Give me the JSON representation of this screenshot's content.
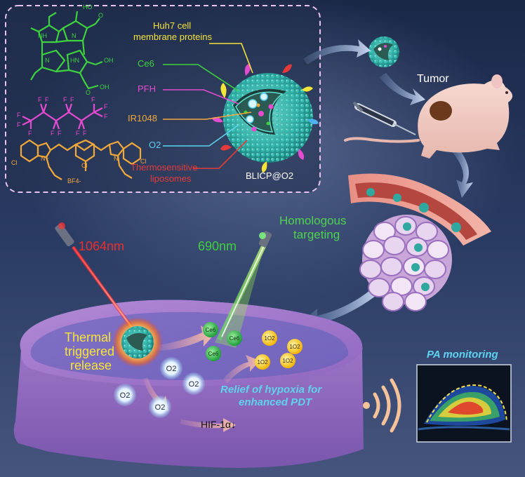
{
  "molecules": {
    "chlorin_labels": [
      "NH",
      "N",
      "N",
      "HN",
      "HO",
      "O",
      "OH",
      "O",
      "OH"
    ],
    "pfh_labels": [
      "F",
      "F",
      "F",
      "F",
      "F",
      "F",
      "F",
      "F",
      "F",
      "F",
      "F",
      "F",
      "F",
      "F"
    ],
    "ir_labels": [
      "Cl",
      "N+",
      "N",
      "Cl",
      "Cl",
      "BF4-"
    ]
  },
  "legend": {
    "huh7_line1": "Huh7 cell",
    "huh7_line2": "membrane proteins",
    "ce6": "Ce6",
    "pfh": "PFH",
    "ir1048": "IR1048",
    "o2": "O2",
    "liposomes_line1": "Thermosensitive",
    "liposomes_line2": "liposomes",
    "nanoparticle": "BLICP@O2"
  },
  "colors": {
    "huh7": "#f5e43a",
    "ce6": "#4fd24f",
    "pfh": "#e44bd0",
    "ir1048": "#f3a93a",
    "o2": "#5ed2f0",
    "liposomes": "#e43a3a",
    "targeting": "#4fd24f",
    "laser_1064": "#e83030",
    "laser_690": "#3ed23e",
    "relief": "#5ed2f0"
  },
  "pathway": {
    "tumor": "Tumor",
    "targeting_line1": "Homologous",
    "targeting_line2": "targeting"
  },
  "treatment": {
    "laser1_label": "1064nm",
    "laser2_label": "690nm",
    "thermal_line1": "Thermal",
    "thermal_line2": "triggered",
    "thermal_line3": "release",
    "ce6_tag": "Ce6",
    "singlet_o2": "1O2",
    "o2": "O2",
    "relief_line1": "Relief of hypoxia for",
    "relief_line2": "enhanced PDT",
    "hif": "HIF-1α↓",
    "pa_title": "PA monitoring"
  }
}
